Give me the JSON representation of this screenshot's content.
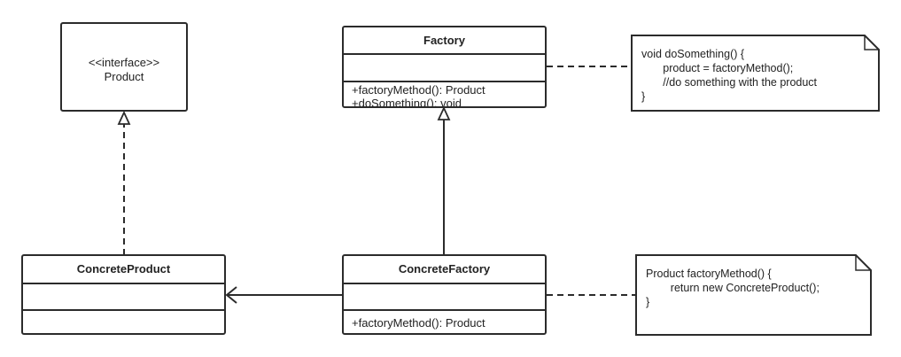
{
  "interface_product": {
    "stereotype": "<<interface>>",
    "name": "Product"
  },
  "factory": {
    "name": "Factory",
    "operations": [
      "+factoryMethod(): Product",
      "+doSomething(): void"
    ]
  },
  "concrete_product": {
    "name": "ConcreteProduct"
  },
  "concrete_factory": {
    "name": "ConcreteFactory",
    "operations": [
      "+factoryMethod(): Product"
    ]
  },
  "note_factory": {
    "text": "void doSomething() {\n       product = factoryMethod();\n       //do something with the product\n}"
  },
  "note_concrete_factory": {
    "text": "Product factoryMethod() {\n        return new ConcreteProduct();\n}"
  },
  "colors": {
    "stroke": "#2b2b2b",
    "background": "#ffffff",
    "text": "#222222"
  }
}
